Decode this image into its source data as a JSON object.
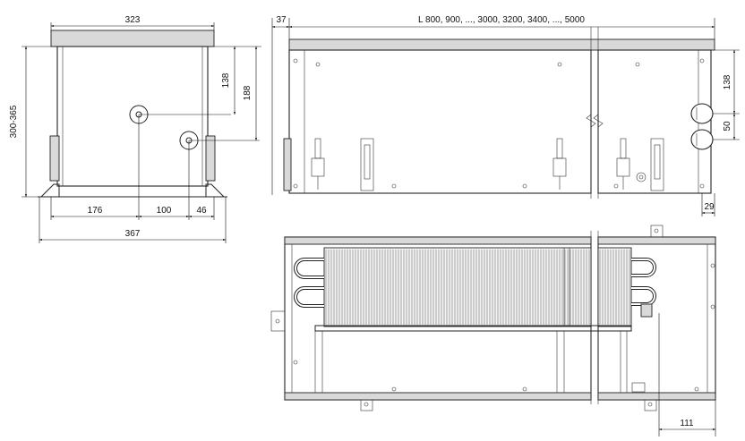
{
  "dimensions": {
    "top_width": "323",
    "height_range": "300-365",
    "dist_138_side": "138",
    "dist_188": "188",
    "dist_176": "176",
    "dist_100": "100",
    "dist_46": "46",
    "total_width": "367",
    "offset_37": "37",
    "length_label": "L 800, 900, ..., 3000, 3200, 3400, ..., 5000",
    "dist_138_front": "138",
    "dist_50": "50",
    "dist_29": "29",
    "dist_111": "111"
  }
}
